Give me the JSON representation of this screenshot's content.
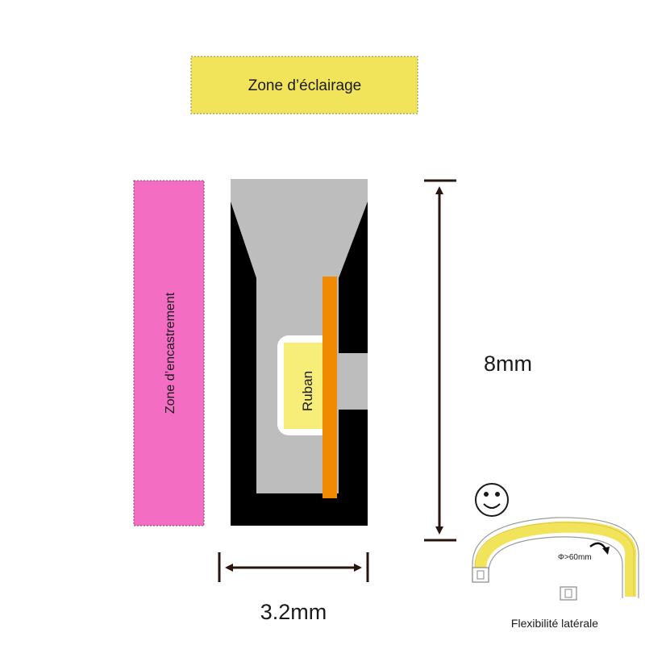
{
  "diagram": {
    "lighting_zone_label": "Zone d’éclairage",
    "mounting_zone_label": "Zone d’encastrement",
    "strip_label": "Ruban",
    "height_label": "8mm",
    "width_label": "3.2mm",
    "bend_radius_label": "Φ>60mm",
    "flex_caption": "Flexibilité latérale",
    "colors": {
      "lighting_zone": "#F2E45A",
      "mounting_zone": "#F36EC3",
      "profile_body": "#000000",
      "diffuser": "#BDBDBD",
      "pcb": "#F08A00",
      "strip": "#F7EE7A"
    },
    "icons": [
      "smiley-icon",
      "curved-arrow-icon"
    ]
  }
}
